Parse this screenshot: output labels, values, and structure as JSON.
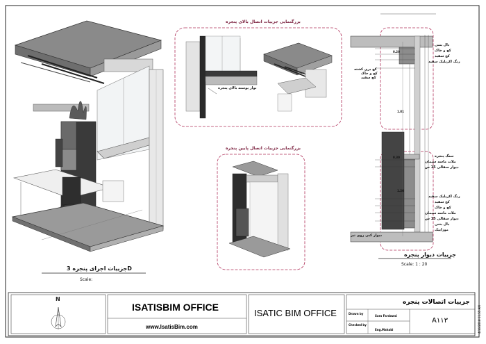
{
  "callouts": {
    "top_window": "بزرگنمایی جزییات اتصال بالای پنجره",
    "bottom_window": "بزرگنمایی جزییات اتصال پایین پنجره"
  },
  "views": {
    "iso_title": "جزییات اجرای پنجره 3D",
    "iso_scale": "Scale:",
    "section_title": "جزییات دیوار پنجره",
    "section_scale": "Scale:   1 : 20"
  },
  "labels": {
    "upper_frame": "نوار پوسته بالای پنجره",
    "tag_top_1": "دال بتنی",
    "tag_top_2": "کچ و خاک",
    "tag_top_3": "کچ سفید",
    "tag_top_4": "رنگ اکریلیک سفید",
    "tag_mid_1": "کچ و خاک",
    "tag_mid_2": "کچ سفید",
    "tag_mid_3": "سنگ پنجره",
    "tag_mid_4": "ملات ماسه سیمان",
    "tag_mid_5": "دیوار سفالی 15 س",
    "tag_low_1": "رنگ اکریلیک سفید",
    "tag_low_2": "کچ سفید",
    "tag_low_3": "کچ و خاک",
    "tag_low_4": "ملات ماسه سیمان",
    "tag_low_5": "دیوار سفالی 15 س",
    "tag_low_6": "دال بتنی",
    "tag_low_7": "موزاییک",
    "tag_low_8": "دیوار کبی روی تیر",
    "tag_box_a": "کچ بری کشته",
    "dim_1": "0.20",
    "dim_2": "1.81",
    "dim_3": "0.30",
    "dim_4": "1.20"
  },
  "title_block": {
    "north": "N",
    "office": "ISATISBIM OFFICE",
    "website": "www.IsatisBim.com",
    "office2": "ISATIC BIM OFFICE",
    "drawing_title": "جزییات اتصالات پنجره",
    "drawn_by_label": "Drawn by",
    "drawn_by": "Sara Fardawsi",
    "checked_by_label": "Checked by",
    "checked_by": "Eng.Mahabi",
    "sheet_number": "A۱۱۳",
    "stamp": "4/16/2018 11:55 AM"
  },
  "colors": {
    "callout_border": "#b0305a",
    "frame": "#333333",
    "concrete": "#8c8c8c",
    "dark": "#3a3a3a"
  }
}
